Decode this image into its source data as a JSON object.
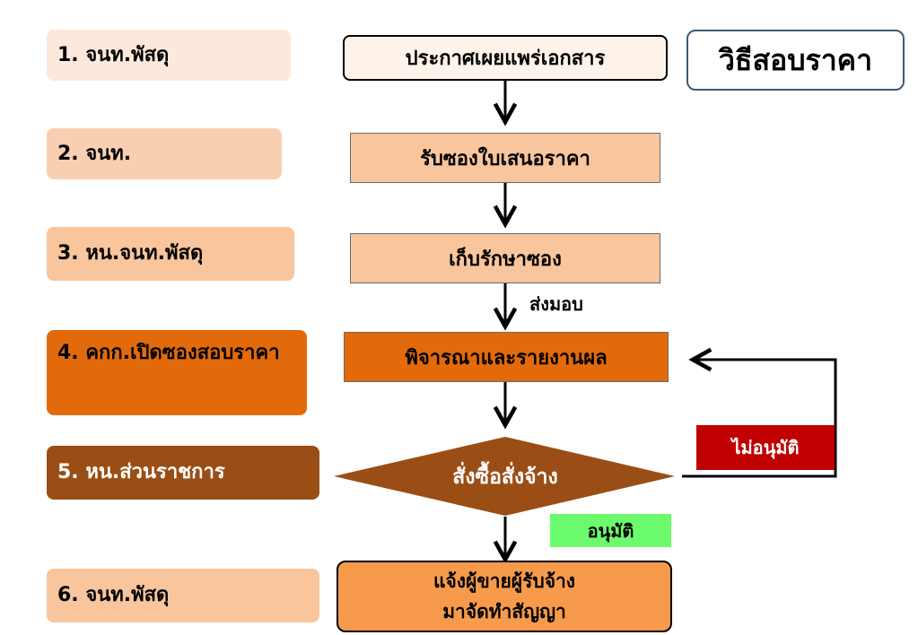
{
  "roles": [
    {
      "label": "1. จนท.พัสดุ",
      "color": "#fce9dc"
    },
    {
      "label": "2. จนท.",
      "color": "#f9cfb2"
    },
    {
      "label": "3. หน.จนท.พัสดุ",
      "color": "#f8c59c"
    },
    {
      "label": "4. คกก.เปิดซองสอบราคา",
      "color": "#e36a0a"
    },
    {
      "label": "5. หน.ส่วนราชการ",
      "color": "#9a4e15"
    },
    {
      "label": "6. จนท.พัสดุ",
      "color": "#f8c59c"
    }
  ],
  "steps": [
    {
      "label": "ประกาศเผยแพร่เอกสาร",
      "color": "#fdf3ea"
    },
    {
      "label": "รับซองใบเสนอราคา",
      "color": "#f8c59c"
    },
    {
      "label": "เก็บรักษาซอง",
      "color": "#f8c59c"
    },
    {
      "label": "พิจารณาและรายงานผล",
      "color": "#e36a0a"
    },
    {
      "label": "สั่งซื้อสั่งจ้าง",
      "color": "#9a4e15"
    },
    {
      "label_line1": "แจ้งผู้ขายผู้รับจ้าง",
      "label_line2": "มาจัดทำสัญญา",
      "color": "#f79a4c"
    }
  ],
  "method_title": "วิธีสอบราคา",
  "deliver_label": "ส่งมอบ",
  "approved_label": "อนุมัติ",
  "approved_color": "#6cfb6c",
  "not_approved_label": "ไม่อนุมัติ",
  "not_approved_color": "#c00000"
}
